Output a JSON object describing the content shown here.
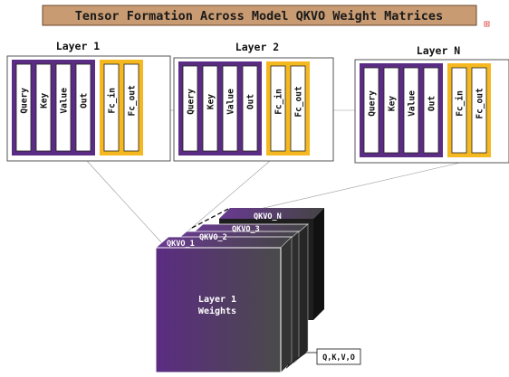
{
  "title": "Tensor Formation Across Model QKVO Weight Matrices",
  "colors": {
    "title_bg": "#c89b72",
    "purple": "#5b2c83",
    "gold": "#f5b820",
    "cube_front_start": "#5b2c83",
    "cube_front_end": "#4a4a4a",
    "dark": "#222222"
  },
  "layers": [
    {
      "title": "Layer 1",
      "qkvo": [
        "Query",
        "Key",
        "Value",
        "Out"
      ],
      "fc": [
        "Fc_in",
        "Fc_out"
      ]
    },
    {
      "title": "Layer 2",
      "qkvo": [
        "Query",
        "Key",
        "Value",
        "Out"
      ],
      "fc": [
        "Fc_in",
        "Fc_out"
      ]
    },
    {
      "title": "Layer N",
      "qkvo": [
        "Query",
        "Key",
        "Value",
        "Out"
      ],
      "fc": [
        "Fc_in",
        "Fc_out"
      ]
    }
  ],
  "tensor": {
    "slice_labels": [
      "QKVO_N",
      "QKVO_3",
      "QKVO_2",
      "QKVO_1"
    ],
    "front_line1": "Layer 1",
    "front_line2": "Weights",
    "axis_label": "Q,K,V,O"
  }
}
